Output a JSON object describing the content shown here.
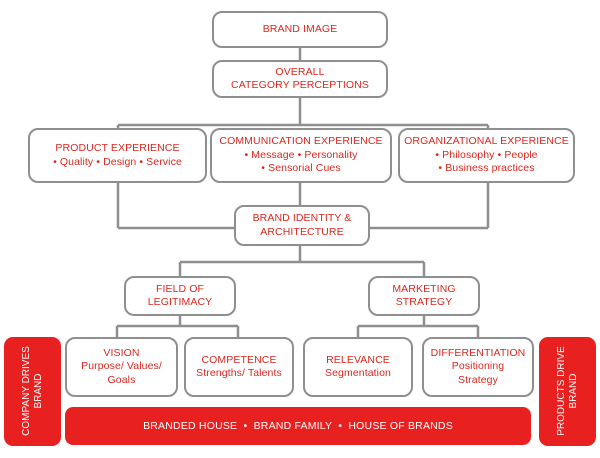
{
  "colors": {
    "accent": "#e8201f",
    "text": "#d9281f",
    "border": "#8f8f8f"
  },
  "nodes": {
    "brand_image": {
      "lines": [
        "BRAND IMAGE"
      ]
    },
    "category_perceptions": {
      "lines": [
        "OVERALL",
        "CATEGORY PERCEPTIONS"
      ]
    },
    "product_experience": {
      "lines": [
        "PRODUCT EXPERIENCE",
        "• Quality • Design • Service"
      ]
    },
    "communication_experience": {
      "lines": [
        "COMMUNICATION EXPERIENCE",
        "• Message • Personality",
        "• Sensorial Cues"
      ]
    },
    "organizational_experience": {
      "lines": [
        "ORGANIZATIONAL EXPERIENCE",
        "• Philosophy • People",
        "• Business practices"
      ]
    },
    "brand_identity": {
      "lines": [
        "BRAND IDENTITY &",
        "ARCHITECTURE"
      ]
    },
    "field_of_legitimacy": {
      "lines": [
        "FIELD OF",
        "LEGITIMACY"
      ]
    },
    "marketing_strategy": {
      "lines": [
        "MARKETING",
        "STRATEGY"
      ]
    },
    "vision": {
      "lines": [
        "VISION",
        "Purpose/ Values/",
        "Goals"
      ]
    },
    "competence": {
      "lines": [
        "COMPETENCE",
        "Strengths/ Talents"
      ]
    },
    "relevance": {
      "lines": [
        "RELEVANCE",
        "Segmentation"
      ]
    },
    "differentiation": {
      "lines": [
        "DIFFERENTIATION",
        "Positioning",
        "Strategy"
      ]
    }
  },
  "side_labels": {
    "left": [
      "COMPANY DRIVES",
      "BRAND"
    ],
    "right": [
      "PRODUCTS DRIVE",
      "BRAND"
    ]
  },
  "bottom_bar": {
    "text": "BRANDED HOUSE  •  BRAND FAMILY  •  HOUSE OF BRANDS"
  }
}
